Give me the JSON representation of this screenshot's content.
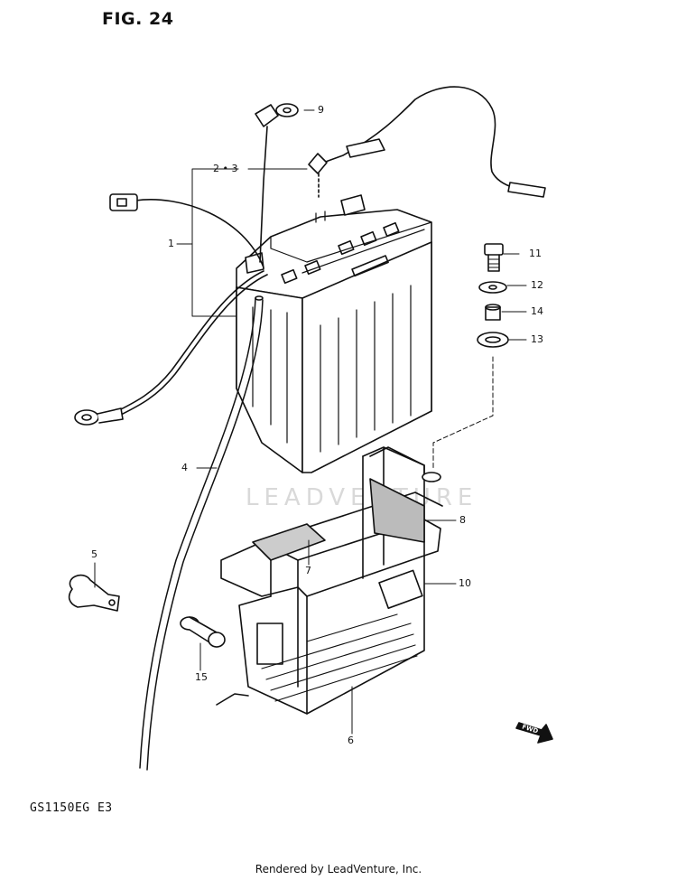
{
  "figure": {
    "title": "FIG. 24",
    "model_code": "GS1150EG  E3"
  },
  "footer": "Rendered by LeadVenture, Inc.",
  "watermark": "LEADVENTURE",
  "fwd_badge": "FWD",
  "callouts": {
    "c1": "1",
    "c2_3": "2 • 3",
    "c4": "4",
    "c5": "5",
    "c6": "6",
    "c7": "7",
    "c8": "8",
    "c9": "9",
    "c10": "10",
    "c11": "11",
    "c12": "12",
    "c13": "13",
    "c14": "14",
    "c15": "15"
  }
}
